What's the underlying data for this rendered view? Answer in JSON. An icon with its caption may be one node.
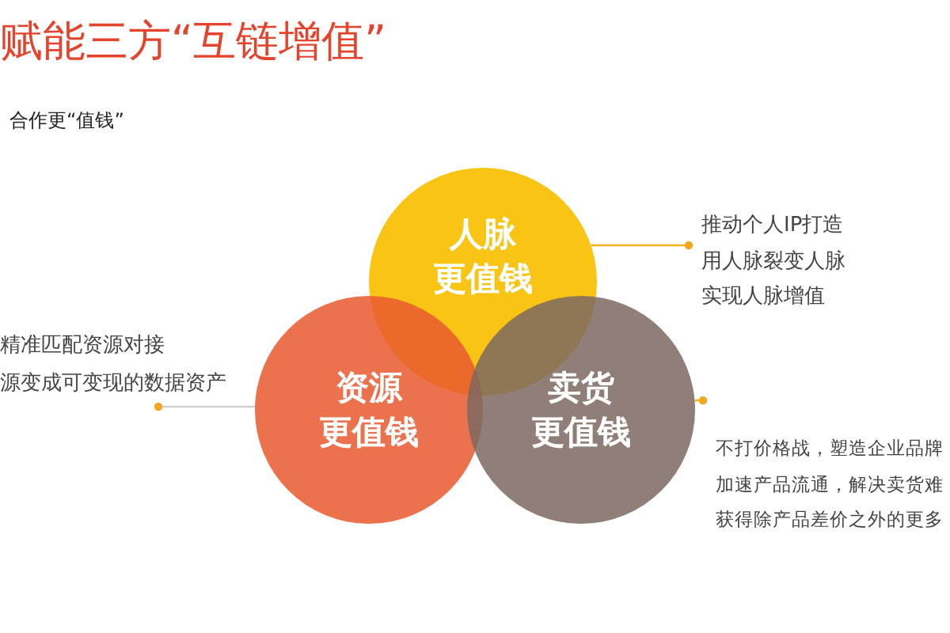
{
  "diagram": {
    "title": "赋能三方“互链增值”",
    "caption": "合作更“值钱”",
    "nodes": [
      {
        "text": [
          "人脉",
          "更值钱"
        ]
      },
      {
        "text": [
          "资源",
          "更值钱"
        ]
      },
      {
        "text": [
          "卖货",
          "更值钱"
        ]
      },
      {
        "text": [
          "推动个人IP打造",
          "用人脉裂变人脉",
          "实现人脉增值"
        ]
      },
      {
        "text": [
          "精准匹配资源对接",
          "源变成可变现的数据资产"
        ]
      },
      {
        "text": [
          "不打价格战，塑造企业品牌",
          "加速产品流通，解决卖货难",
          "获得除产品差价之外的更多"
        ]
      }
    ],
    "edges": [
      {
        "from": 0,
        "to": 3,
        "arrow": "other"
      },
      {
        "from": 1,
        "to": 4,
        "arrow": "other",
        "color": "#d0d0d0"
      },
      {
        "from": 2,
        "to": 5,
        "arrow": "other"
      }
    ]
  }
}
